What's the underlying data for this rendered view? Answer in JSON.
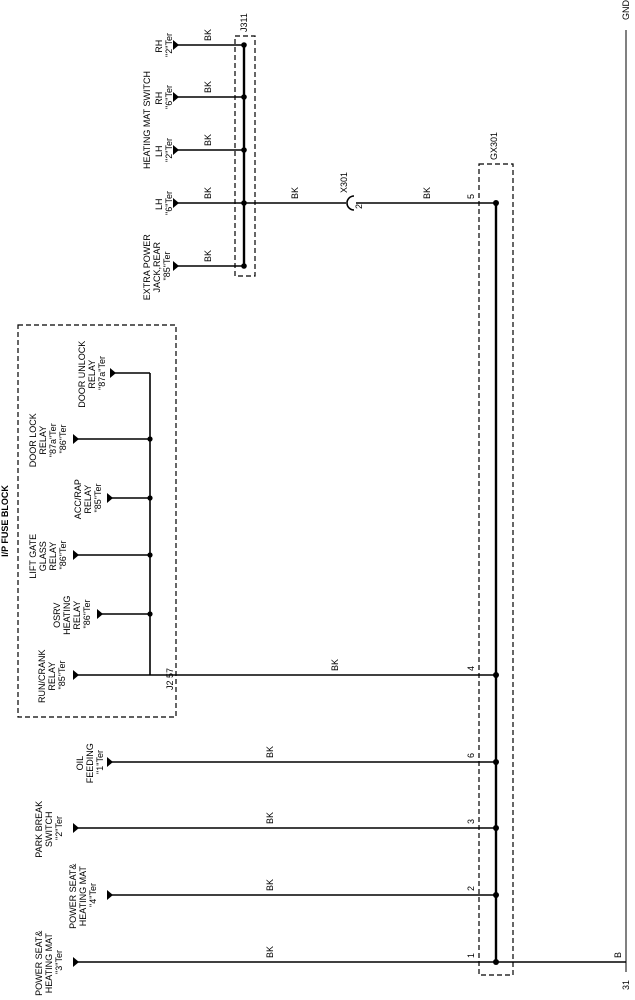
{
  "ground": {
    "name": "GND",
    "pin": "31",
    "wire": "B"
  },
  "gx301": {
    "name": "GX301"
  },
  "j311": {
    "name": "J311"
  },
  "x301": {
    "name": "X301",
    "pin": "2"
  },
  "fuse_block": {
    "title": "I/P FUSE BLOCK",
    "pins": "J2 57"
  },
  "heating_mat_switch": {
    "title": "HEATING MAT SWITCH"
  },
  "splice_connections": [
    {
      "pin": "1",
      "wire": "BK",
      "lines": [
        "POWER SEAT&",
        "HEATING MAT",
        "\"3\"Ter"
      ]
    },
    {
      "pin": "2",
      "wire": "BK",
      "lines": [
        "POWER SEAT&",
        "HEATING MAT",
        "\"4\"Ter"
      ]
    },
    {
      "pin": "3",
      "wire": "BK",
      "lines": [
        "PARK BREAK",
        "SWITCH",
        "\"2\"Ter"
      ]
    },
    {
      "pin": "6",
      "wire": "BK",
      "lines": [
        "OIL",
        "FEEDING",
        "\"1\"Ter"
      ]
    },
    {
      "pin": "4",
      "wire": "BK"
    },
    {
      "pin": "5",
      "wire": "BK"
    }
  ],
  "fuse_block_relays": [
    {
      "lines": [
        "RUN/CRANK",
        "RELAY",
        "\"85\"Ter"
      ]
    },
    {
      "lines": [
        "OSRV",
        "HEATING",
        "RELAY",
        "\"86\"Ter"
      ]
    },
    {
      "lines": [
        "LIFT GATE",
        "GLASS",
        "RELAY",
        "\"86\"Ter"
      ]
    },
    {
      "lines": [
        "ACC/RAP",
        "RELAY",
        "\"85\"Ter"
      ]
    },
    {
      "lines": [
        "DOOR LOCK",
        "RELAY",
        "\"87a\"Ter",
        "\"86\"Ter"
      ]
    },
    {
      "lines": [
        "DOOR UNLOCK",
        "RELAY",
        "\"87a\"Ter"
      ]
    }
  ],
  "j311_connections": [
    {
      "wire": "BK",
      "lines": [
        "EXTRA POWER",
        "JACK,REAR",
        "\"85\"Ter"
      ]
    },
    {
      "wire": "BK",
      "lines": [
        "LH",
        "\"6\"Ter"
      ]
    },
    {
      "wire": "BK",
      "lines": [
        "LH",
        "\"2\"Ter"
      ]
    },
    {
      "wire": "BK",
      "lines": [
        "RH",
        "\"6\"Ter"
      ]
    },
    {
      "wire": "BK",
      "lines": [
        "RH",
        "\"2\"Ter"
      ]
    }
  ],
  "x301_wires": {
    "left": "BK",
    "right": "BK"
  }
}
